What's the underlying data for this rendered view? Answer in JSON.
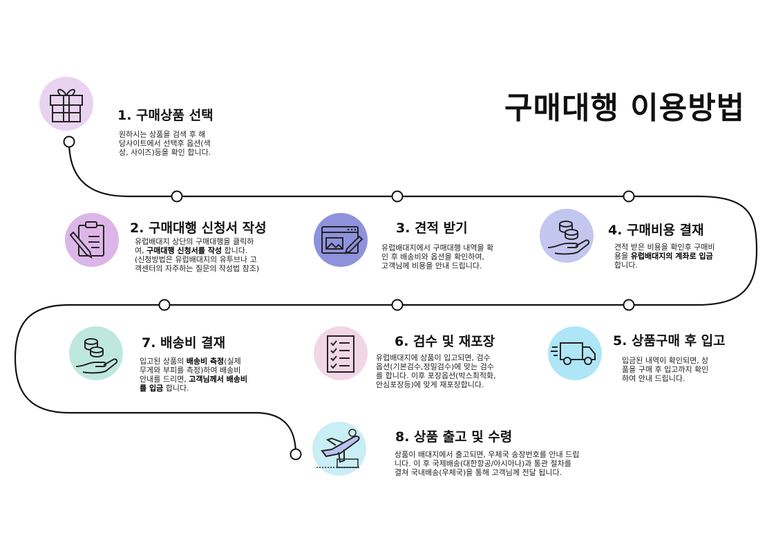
{
  "page_title": "구매대행 이용방법",
  "steps": [
    {
      "title": "1. 구매상품 선택",
      "icon": "gift-icon",
      "body": [
        "원하시는 상품을 검색 후 해",
        "당사이트에서 선택후 옵션(색",
        "상, 사이즈)등을 확인 합니다."
      ]
    },
    {
      "title": "2. 구매대행 신청서 작성",
      "icon": "clipboard-pencil-icon",
      "body_a": "유럽배대지 상단의 구매대행을 클릭하",
      "body_b1": "여, ",
      "body_b_bold": "구매대행 신청서를 작성",
      "body_b2": " 합니다.",
      "body_c": "(신청방법은 유럽배대지의 유투브나 고",
      "body_d": "객센터의 자주하는 질문의 작성법 참조)"
    },
    {
      "title": "3. 견적 받기",
      "icon": "browser-window-icon",
      "body": [
        "유럽배대지에서 구매대행 내역을 확",
        "인 후 배송비와 옵션을 확인하여,",
        "고객님께 비용을 안내 드립니다."
      ]
    },
    {
      "title": "4. 구매비용 결재",
      "icon": "coins-hand-icon",
      "body_a": "견적 받은 비용을 확인후 구매비",
      "body_b1": "용을 ",
      "body_b_bold": "유럽배대지의 계좌로 입금",
      "body_c": "합니다."
    },
    {
      "title": "5. 상품구매 후 입고",
      "icon": "delivery-truck-icon",
      "body": [
        "입금된 내역이 확인되면, 상",
        "품을 구매 후 입고까지 확인",
        "하여 안내 드립니다."
      ]
    },
    {
      "title": "6. 검수 및 재포장",
      "icon": "checklist-icon",
      "body": [
        "유럽배대지에 상품이 입고되면, 검수",
        "옵션(기본검수,정밀검수)에 맞는 검수",
        "를 합니다. 이후 포장옵션(박스최적화,",
        "안심포장등)에 맞게 재포장합니다."
      ]
    },
    {
      "title": "7. 배송비 결재",
      "icon": "coins-hand-icon",
      "body_a1": "입고된 상품의 ",
      "body_a_bold": "배송비 측정",
      "body_a2": "(실제",
      "body_b": "무게와 부피를 측정)하여 배송비",
      "body_c1": "안내를 드리면, ",
      "body_c_bold": "고객님께서 배송비",
      "body_d_bold": "를 입금",
      "body_d2": " 합니다."
    },
    {
      "title": "8. 상품 출고 및 수령",
      "icon": "airplane-icon",
      "body": [
        "상품이 배대지에서 출고되면, 우체국 송장번호를 안내 드립",
        "니다. 이 후 국제배송(대한항공/아시아나)과 통관 절차를",
        "결쳐 국내배송(우체국)을 통해 고객님께 전달 됩니다."
      ]
    }
  ],
  "colors": {
    "step1_bg": "#e9d3f0",
    "step2_bg": "#dcb6e8",
    "step3_bg": "#8e92dc",
    "step4_bg": "#c3c6ef",
    "step5_bg": "#aee6f7",
    "step6_bg": "#f1d6e6",
    "step7_bg": "#bfe8dc",
    "step8_bg": "#c9eef6",
    "road": "#111111"
  }
}
